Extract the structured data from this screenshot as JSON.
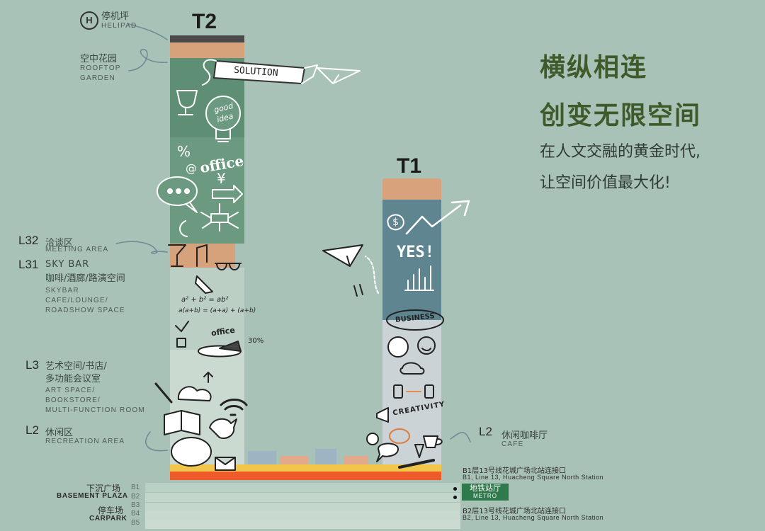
{
  "towers": {
    "t2": {
      "title": "T2"
    },
    "t1": {
      "title": "T1"
    }
  },
  "helipad": {
    "cn": "停机坪",
    "en": "HELIPAD",
    "icon": "helipad-icon"
  },
  "rooftop": {
    "cn": "空中花园",
    "en1": "ROOFTOP",
    "en2": "GARDEN"
  },
  "l32": {
    "level": "L32",
    "cn": "洽谈区",
    "en": "MEETING AREA"
  },
  "l31": {
    "level": "L31",
    "cn1": "SKY BAR",
    "cn2": "咖啡/酒廊/路演空间",
    "en1": "SKYBAR",
    "en2": "CAFE/LOUNGE/",
    "en3": "ROADSHOW SPACE"
  },
  "l3": {
    "level": "L3",
    "cn1": "艺术空间/书店/",
    "cn2": "多功能会议室",
    "en1": "ART SPACE/",
    "en2": "BOOKSTORE/",
    "en3": "MULTI-FUNCTION ROOM"
  },
  "l2": {
    "level": "L2",
    "cn": "休闲区",
    "en": "RECREATION AREA"
  },
  "l2_t1": {
    "level": "L2",
    "cn": "休闲咖啡厅",
    "en": "CAFE"
  },
  "doodles": {
    "solution": "SOLUTION",
    "good_idea_1": "good",
    "good_idea_2": "idea",
    "percent": "%",
    "at": "@",
    "office": "office",
    "yen": "¥",
    "math1": "a² + b² = ab²",
    "math2": "a(a+b) = (a+a) + (a+b)",
    "office2": "office",
    "thirty": "30%",
    "yes": "YES!",
    "business": "BUSINESS",
    "creativity": "CREATIVITY",
    "dollar": "$"
  },
  "headline": {
    "line1": "横纵相连",
    "line2": "创变无限空间"
  },
  "subline": {
    "line1": "在人文交融的黄金时代,",
    "line2": "让空间价值最大化!"
  },
  "basement": {
    "plaza_cn": "下沉广场",
    "plaza_en": "BASEMENT PLAZA",
    "carpark_cn": "停车场",
    "carpark_en": "CARPARK",
    "b1": "B1",
    "b2": "B2",
    "b3": "B3",
    "b4": "B4",
    "b5": "B5",
    "b1_link_cn": "B1层13号线花城广场北站连接口",
    "b1_link_en": "B1, Line 13, Huacheng Square North Station",
    "metro_cn": "地铁站厅",
    "metro_en": "METRO",
    "b2_link_cn": "B2层13号线花城广场北站连接口",
    "b2_link_en": "B2, Line 13, Huacheng Square North Station"
  },
  "colors": {
    "background": "#a9c2b7",
    "tower_green": "#5e8f74",
    "tower_light": "#c9d8d0",
    "accent_tan": "#d7a27c",
    "accent_teal": "#5f8591",
    "headline_green": "#3f5a2a",
    "metro_green": "#2f7a4c"
  }
}
